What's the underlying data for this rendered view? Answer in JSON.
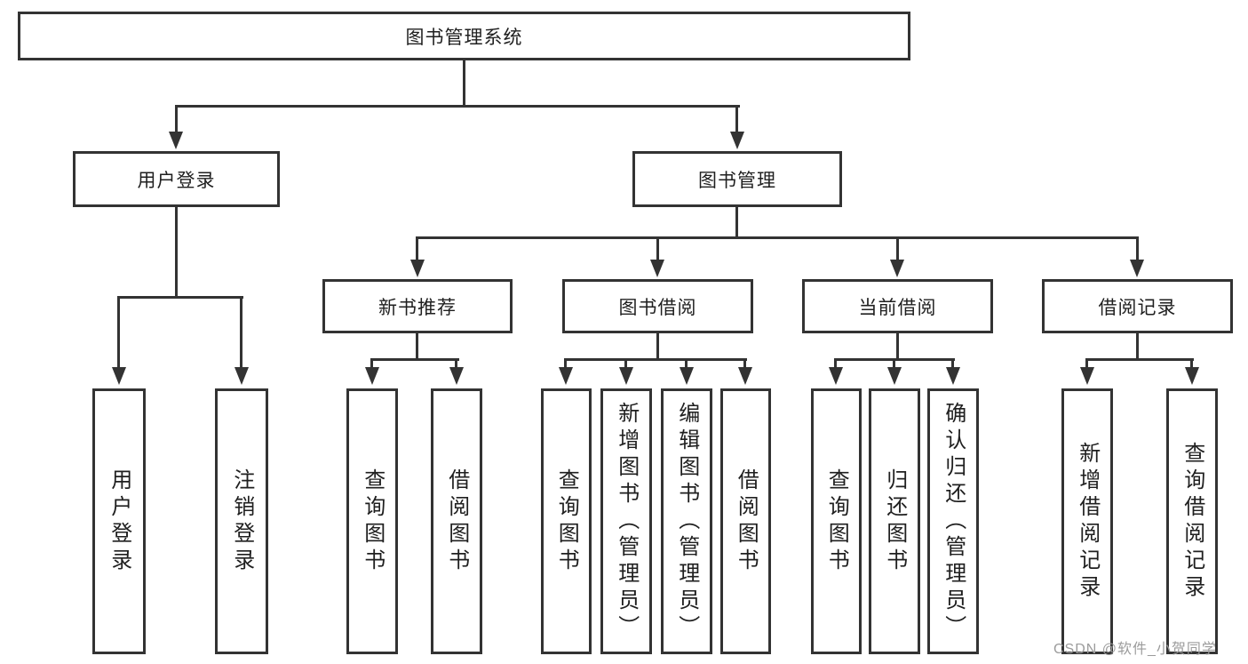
{
  "diagram": {
    "root": {
      "label": "图书管理系统"
    },
    "branches": [
      {
        "label": "用户登录"
      },
      {
        "label": "图书管理"
      }
    ],
    "modules": [
      {
        "label": "新书推荐"
      },
      {
        "label": "图书借阅"
      },
      {
        "label": "当前借阅"
      },
      {
        "label": "借阅记录"
      }
    ],
    "functions": [
      {
        "label": "用户登录"
      },
      {
        "label": "注销登录"
      },
      {
        "label": "查询图书"
      },
      {
        "label": "借阅图书"
      },
      {
        "label": "查询图书"
      },
      {
        "label": "新增图书（管理员）"
      },
      {
        "label": "编辑图书（管理员）"
      },
      {
        "label": "借阅图书"
      },
      {
        "label": "查询图书"
      },
      {
        "label": "归还图书"
      },
      {
        "label": "确认归还（管理员）"
      },
      {
        "label": "新增借阅记录"
      },
      {
        "label": "查询借阅记录"
      }
    ]
  },
  "watermark": {
    "text": "CSDN @软件_小贺同学"
  },
  "colors": {
    "line": "#333333",
    "box_fill": "#ffffff",
    "text": "#1f1f1f",
    "watermark": "#9b9b9b",
    "background": "#ffffff"
  }
}
